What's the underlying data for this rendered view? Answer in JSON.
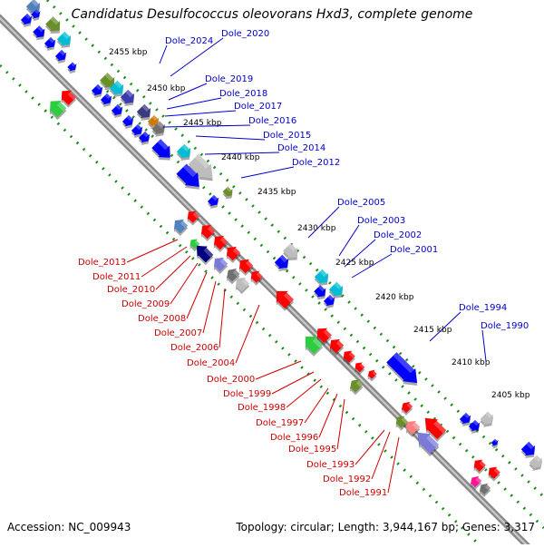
{
  "title": "Candidatus Desulfococcus oleovorans Hxd3, complete genome",
  "footer": {
    "accession": "Accession: NC_009943",
    "summary": "Topology: circular; Length: 3,944,167 bp; Genes: 3,317"
  },
  "colors": {
    "forward_label": "#0000cc",
    "reverse_label": "#cc0000",
    "axis": "#8a8a8a",
    "tick": "#1a8c1a"
  },
  "kbp_ticks": [
    "2455 kbp",
    "2450 kbp",
    "2445 kbp",
    "2440 kbp",
    "2435 kbp",
    "2430 kbp",
    "2425 kbp",
    "2420 kbp",
    "2415 kbp",
    "2410 kbp",
    "2405 kbp"
  ],
  "forward_genes": [
    "Dole_2024",
    "Dole_2020",
    "Dole_2019",
    "Dole_2018",
    "Dole_2017",
    "Dole_2016",
    "Dole_2015",
    "Dole_2014",
    "Dole_2012",
    "Dole_2005",
    "Dole_2003",
    "Dole_2002",
    "Dole_2001",
    "Dole_1994",
    "Dole_1990"
  ],
  "reverse_genes": [
    "Dole_2013",
    "Dole_2011",
    "Dole_2010",
    "Dole_2009",
    "Dole_2008",
    "Dole_2007",
    "Dole_2006",
    "Dole_2004",
    "Dole_2000",
    "Dole_1999",
    "Dole_1998",
    "Dole_1997",
    "Dole_1996",
    "Dole_1995",
    "Dole_1993",
    "Dole_1992",
    "Dole_1991"
  ]
}
